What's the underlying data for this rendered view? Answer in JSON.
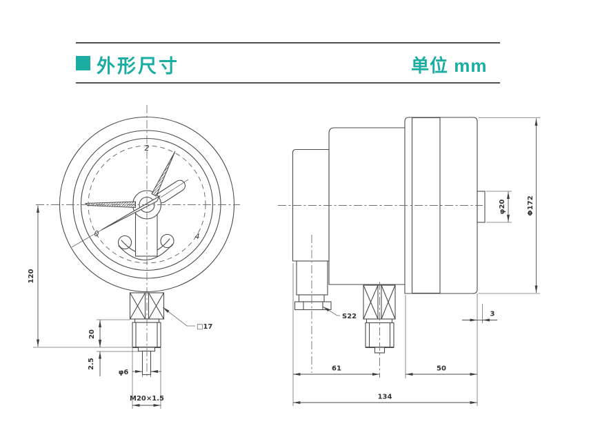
{
  "header": {
    "title": "外形尺寸",
    "unit_label": "单位 mm",
    "accent_color": "#1bada2",
    "line_color": "#4a4a4a"
  },
  "front_view": {
    "dial": {
      "num_top": "2",
      "num_left": "0",
      "num_right": "4"
    },
    "dims": {
      "center_to_stem_end": "120",
      "thread_length": "20",
      "tip_length": "2.5",
      "bore": "φ6",
      "thread_spec": "M20×1.5",
      "wrench_flats": "□17"
    }
  },
  "side_view": {
    "dims": {
      "gland_nut": "S22",
      "back_to_stem_axis": "61",
      "bezel_depth": "50",
      "overall_depth": "134",
      "front_rim": "3",
      "knob_dia": "φ20",
      "outer_dia": "Φ172"
    }
  }
}
